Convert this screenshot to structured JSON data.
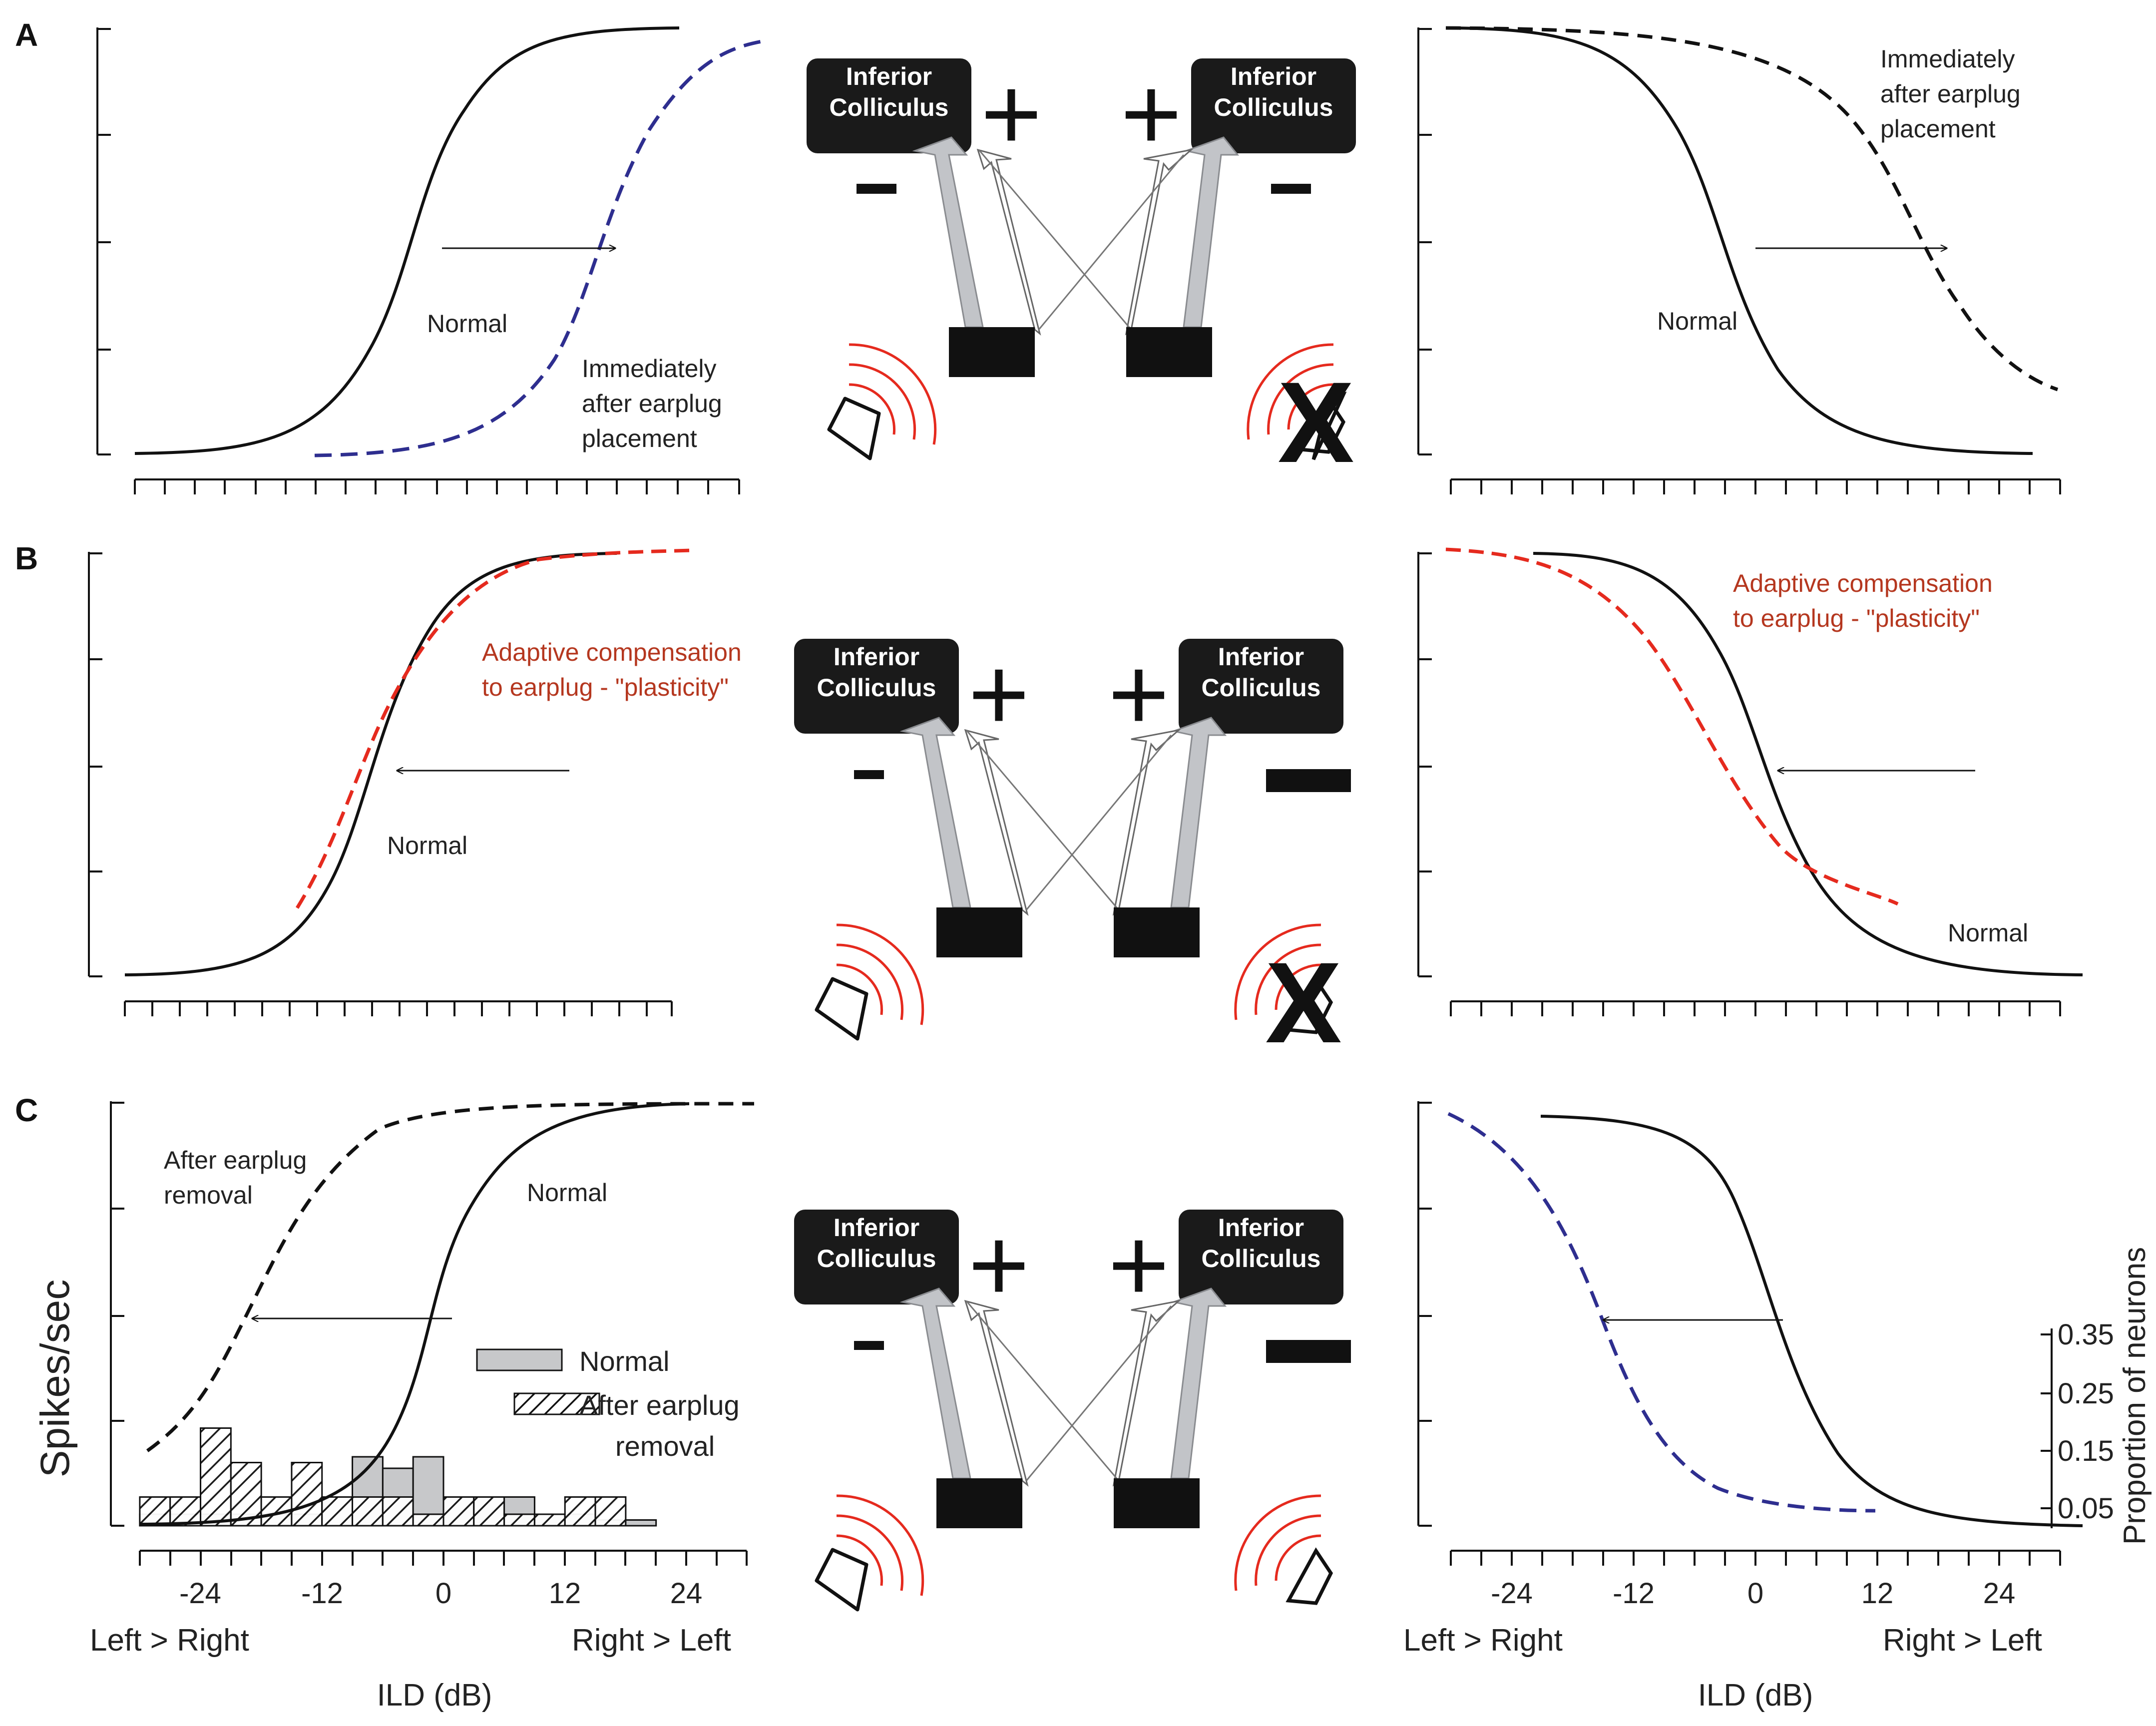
{
  "panels": [
    {
      "label": "A",
      "left_labels": [
        "Normal",
        "Immediately",
        "after earplug",
        "placement"
      ],
      "right_labels": [
        "Normal",
        "Immediately",
        "after earplug",
        "placement"
      ]
    },
    {
      "label": "B",
      "left_labels": [
        "Normal",
        "Adaptive compensation",
        "to earplug - \"plasticity\""
      ],
      "right_labels": [
        "Normal",
        "Adaptive compensation",
        "to earplug - \"plasticity\""
      ]
    },
    {
      "label": "C",
      "left_labels": [
        "After earplug",
        "removal",
        "Normal"
      ],
      "right_labels": []
    }
  ],
  "box_label_line1": "Inferior",
  "box_label_line2": "Colliculus",
  "plus_sign": "+",
  "axes": {
    "ylabel_left": "Spikes/sec",
    "ylabel_right": "Proportion of neurons",
    "xlabel": "ILD (dB)",
    "x_ticks": [
      "-24",
      "-12",
      "0",
      "12",
      "24"
    ],
    "x_left_end": "Left > Right",
    "x_right_end": "Right > Left",
    "right_y_ticks": [
      "0.35",
      "0.25",
      "0.15",
      "0.05"
    ]
  },
  "legend": {
    "normal": "Normal",
    "after_line1": "After earplug",
    "after_line2": "removal"
  },
  "colors": {
    "normal_curve": "#111111",
    "earplug_curve_blue": "#2e2e8f",
    "plasticity_curve": "#e52a1e",
    "annotation_red": "#b5371f",
    "ic_box": "#1a1a1a",
    "excitatory_arrow": "#c2c4c8",
    "sound_arcs": "#e52a1e"
  },
  "histogram": {
    "bin_edges_db": [
      -30,
      -27,
      -24,
      -21,
      -18,
      -15,
      -12,
      -9,
      -6,
      -3,
      0,
      3,
      6,
      9,
      12,
      15,
      18,
      21
    ],
    "normal_proportions": [
      0.02,
      0.02,
      0.02,
      0.02,
      0.02,
      0.02,
      0.05,
      0.12,
      0.1,
      0.12,
      0.05,
      0.05,
      0.05,
      0.02,
      0.02,
      0.01,
      0.01
    ],
    "after_removal_proportions": [
      0.05,
      0.05,
      0.17,
      0.11,
      0.05,
      0.11,
      0.05,
      0.05,
      0.05,
      0.02,
      0.05,
      0.05,
      0.02,
      0.02,
      0.05,
      0.05,
      0
    ]
  }
}
